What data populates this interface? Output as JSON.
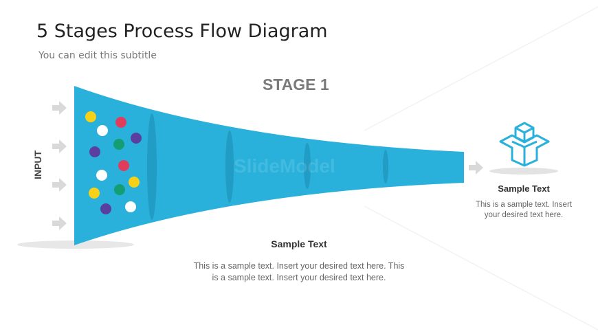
{
  "title": "5 Stages Process Flow Diagram",
  "subtitle": "You can edit this subtitle",
  "stage_label": "STAGE 1",
  "input_label": "INPUT",
  "watermark": "SlideModel",
  "center_text": {
    "heading": "Sample Text",
    "body": "This is a sample  text. Insert your desired text here. This is a sample  text. Insert your desired text here."
  },
  "output_text": {
    "heading": "Sample Text",
    "body": "This is a sample text. Insert your desired text here."
  },
  "colors": {
    "funnel": "#29b1dc",
    "ring": "#1f97be",
    "arrow": "#d9d9d9",
    "yellow": "#f7d117",
    "white": "#ffffff",
    "red": "#e03c5c",
    "purple": "#5a3fa0",
    "green": "#139e73",
    "icon": "#29b1dc"
  },
  "particles": [
    "yellow",
    "white",
    "red",
    "purple",
    "green",
    "purple",
    "red",
    "white",
    "yellow",
    "yellow",
    "green",
    "purple",
    "white"
  ]
}
